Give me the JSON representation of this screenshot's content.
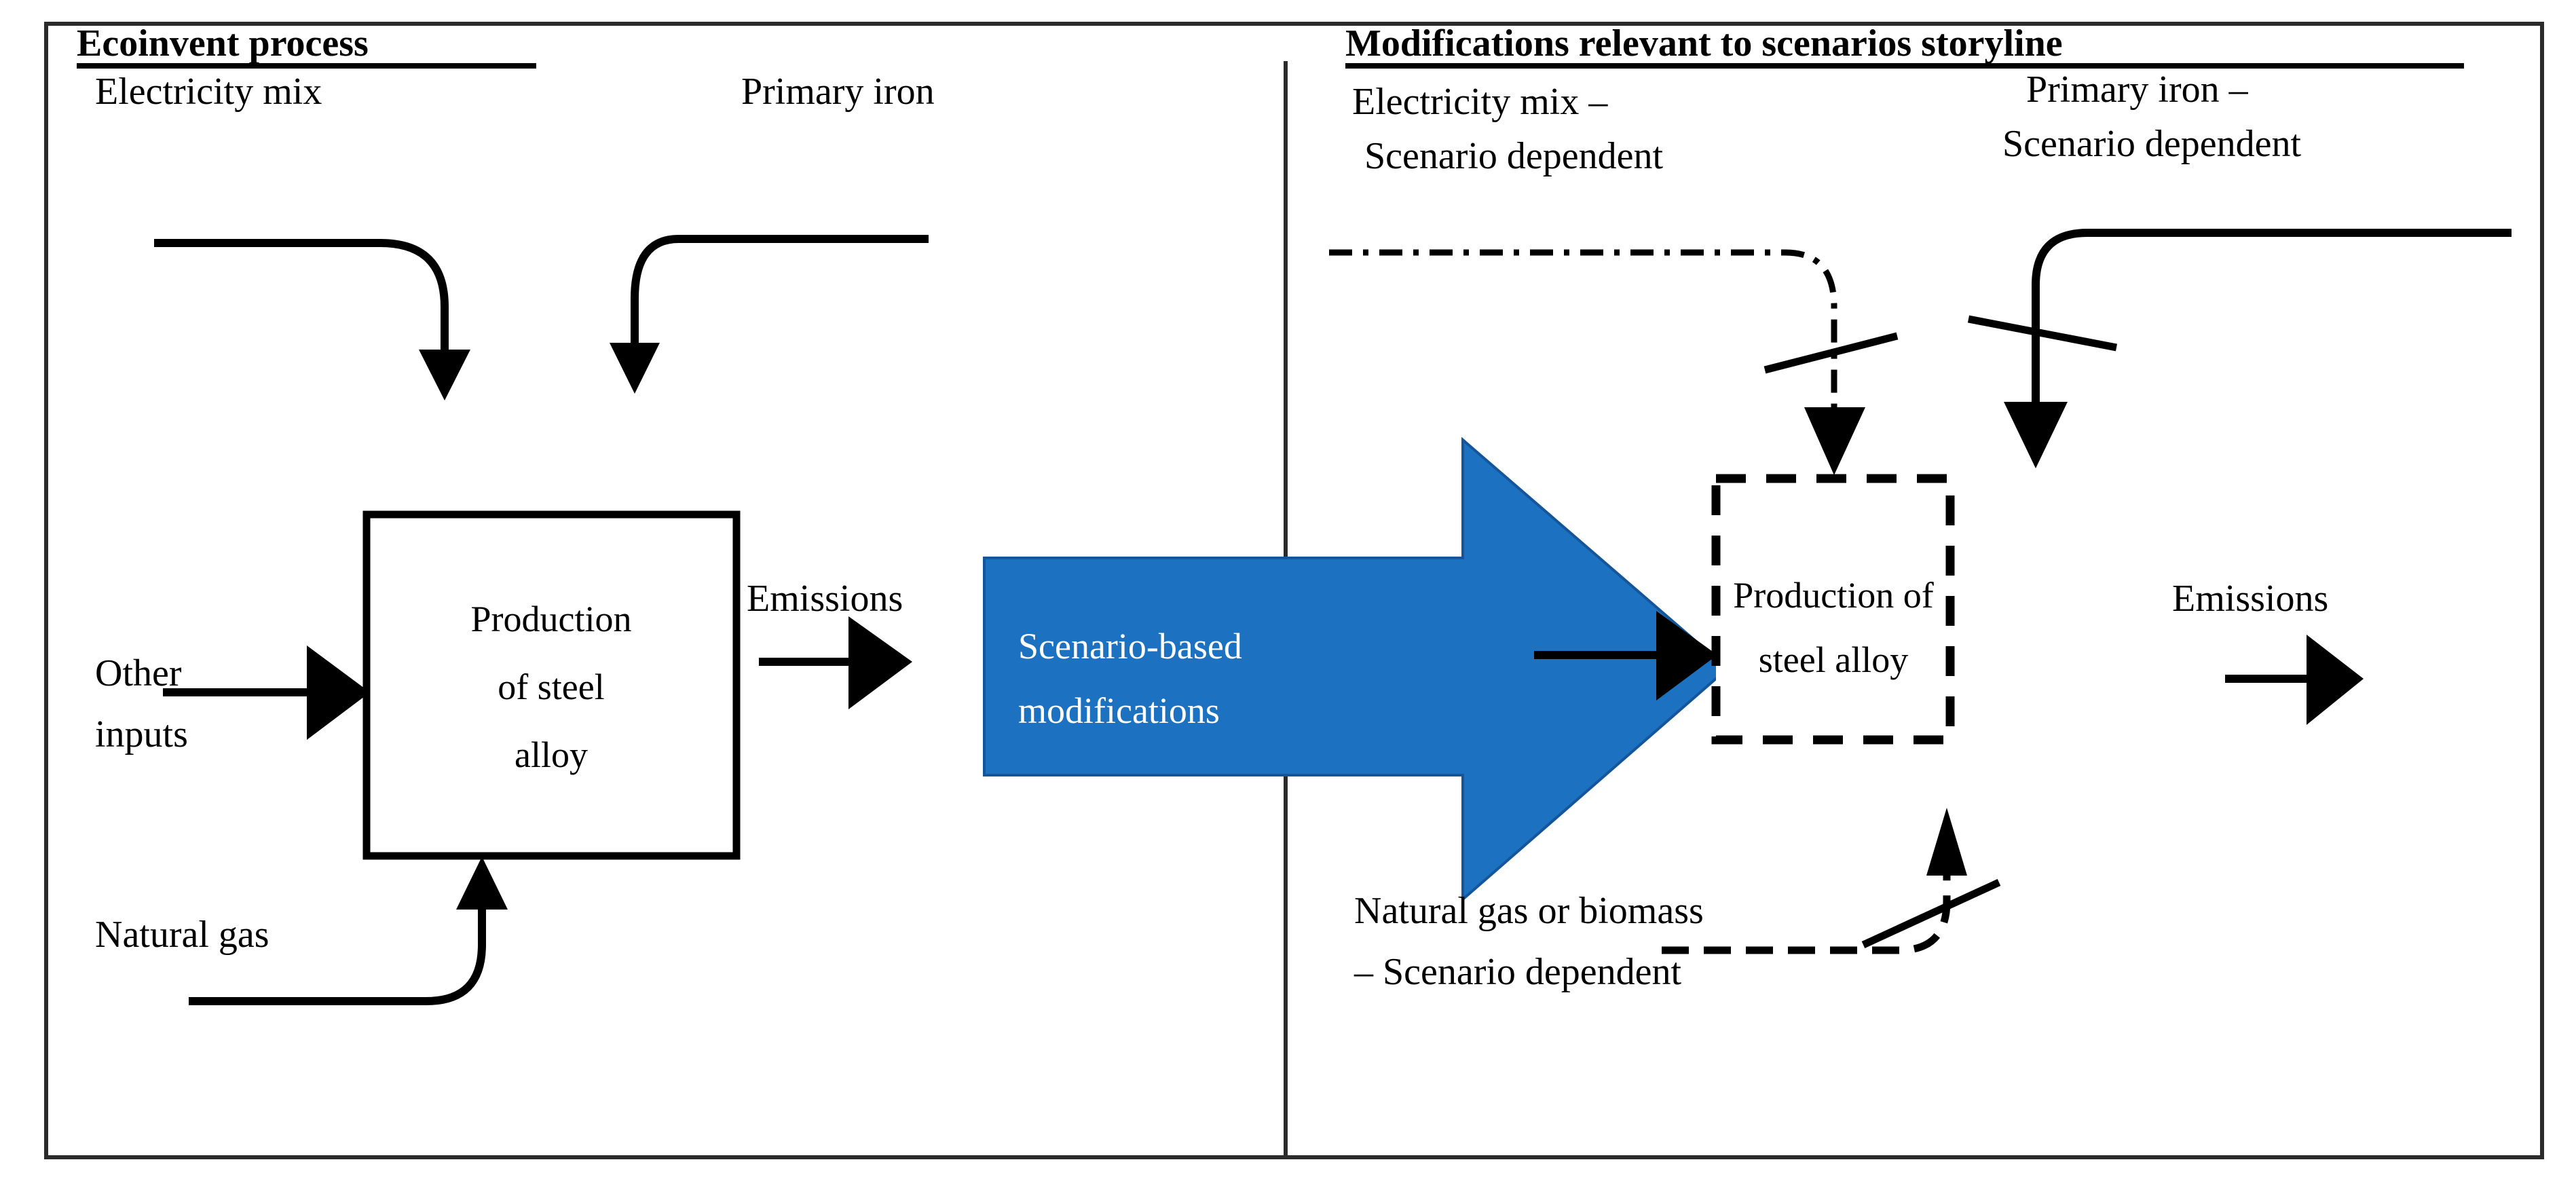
{
  "figure": {
    "kind": "two-panel process flow diagram",
    "background_color": "#ffffff",
    "frame_color": "#2b2b2b",
    "accent_color": "#1C71C0"
  },
  "panels": {
    "left": {
      "title": "Ecoinvent process",
      "title_underlined": true,
      "process_box": {
        "style": "solid",
        "line1": "Production",
        "line2": "of steel",
        "line3": "alloy"
      },
      "inputs": [
        {
          "id": "electricity-mix",
          "label": "Electricity mix",
          "line_style": "solid",
          "direction": "down-into-box"
        },
        {
          "id": "primary-iron",
          "label": "Primary iron",
          "line_style": "solid",
          "direction": "down-into-box"
        },
        {
          "id": "other-inputs",
          "label_line1": "Other",
          "label_line2": "inputs",
          "line_style": "solid",
          "direction": "right-into-box"
        },
        {
          "id": "natural-gas",
          "label": "Natural gas",
          "line_style": "solid",
          "direction": "up-into-box"
        }
      ],
      "outputs": [
        {
          "id": "emissions",
          "label": "Emissions",
          "line_style": "solid",
          "direction": "right-out-of-box"
        }
      ]
    },
    "right": {
      "title": "Modifications relevant to scenarios storyline",
      "title_underlined": true,
      "process_box": {
        "style": "dashed",
        "line1": "Production of",
        "line2": "steel alloy"
      },
      "inputs": [
        {
          "id": "electricity-mix-scenario",
          "label_line1": "Electricity mix –",
          "label_line2": "Scenario dependent",
          "line_style": "dash-dot",
          "direction": "down-into-box",
          "has_slash_mark": true
        },
        {
          "id": "primary-iron-scenario",
          "label_line1": "Primary iron –",
          "label_line2": "Scenario dependent",
          "line_style": "solid",
          "direction": "down-into-box",
          "has_slash_mark": true
        },
        {
          "id": "natural-gas-or-biomass-scenario",
          "label_line1": "Natural gas or biomass",
          "label_line2": "– Scenario dependent",
          "line_style": "dashed",
          "direction": "up-into-box",
          "has_slash_mark": true
        }
      ],
      "outputs": [
        {
          "id": "emissions",
          "label": "Emissions",
          "line_style": "solid",
          "direction": "right-out-of-box"
        }
      ]
    }
  },
  "transition": {
    "id": "scenario-based-modifications-arrow",
    "shape": "block-arrow-right",
    "fill_color": "#1C71C0",
    "text_color": "#ffffff",
    "label_line1": "Scenario-based",
    "label_line2": "modifications"
  }
}
